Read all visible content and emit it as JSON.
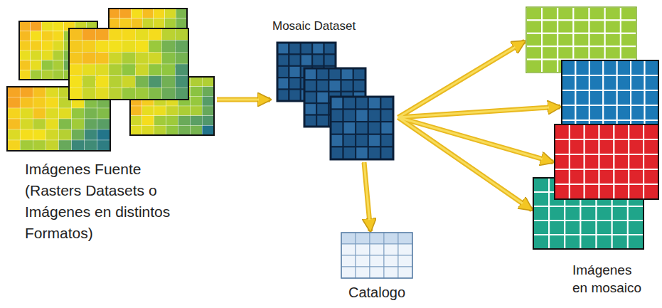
{
  "diagram": {
    "nodes": [
      {
        "text": [
          "Imágenes Fuente (Rasters Datasets o Imágenes en distintos Formatos)"
        ]
      },
      {
        "text": [
          "Mosaic Dataset"
        ]
      },
      {
        "text": [
          "Catalogo"
        ]
      },
      {
        "text": [
          "Imágenes en mosaico"
        ]
      }
    ],
    "edges": [
      {
        "from": 0,
        "to": 1,
        "arrow": "to"
      },
      {
        "from": 1,
        "to": 2,
        "arrow": "to"
      },
      {
        "from": 1,
        "to": 3,
        "arrow": "to"
      }
    ]
  }
}
